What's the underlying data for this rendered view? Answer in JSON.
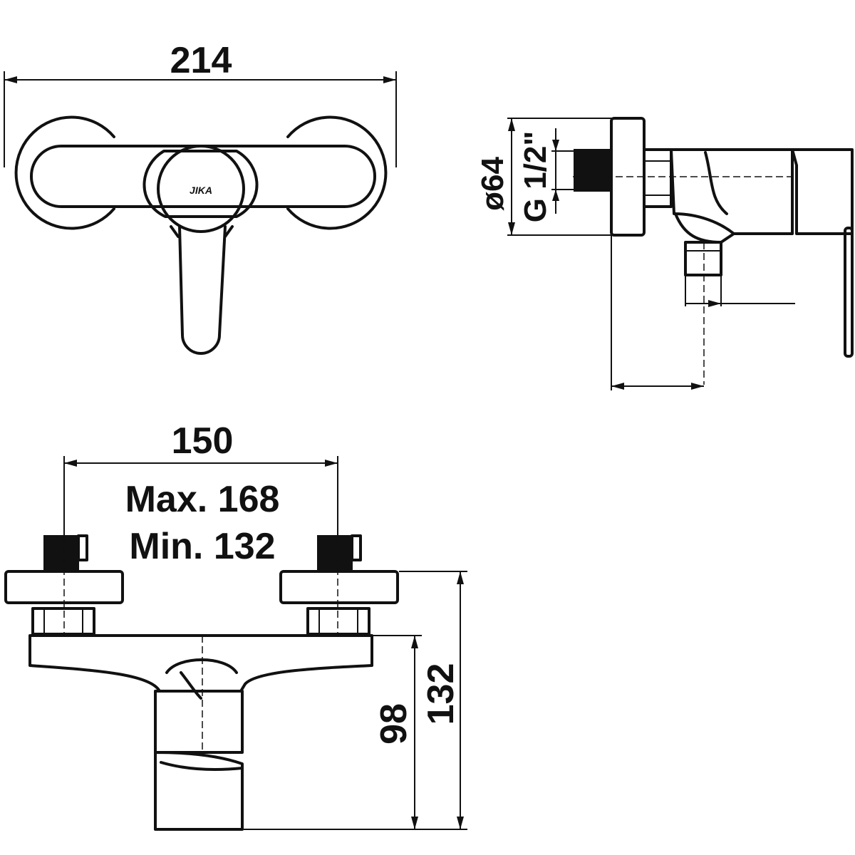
{
  "drawing": {
    "brand_logo": "JIKA",
    "dimensions": {
      "overall_width": "214",
      "connection_spacing": "150",
      "max_spacing": "Max. 168",
      "min_spacing": "Min. 132",
      "rosette_diameter": "ø64",
      "thread_size": "G 1/2\"",
      "outlet_height": "98",
      "overall_height": "132"
    }
  }
}
